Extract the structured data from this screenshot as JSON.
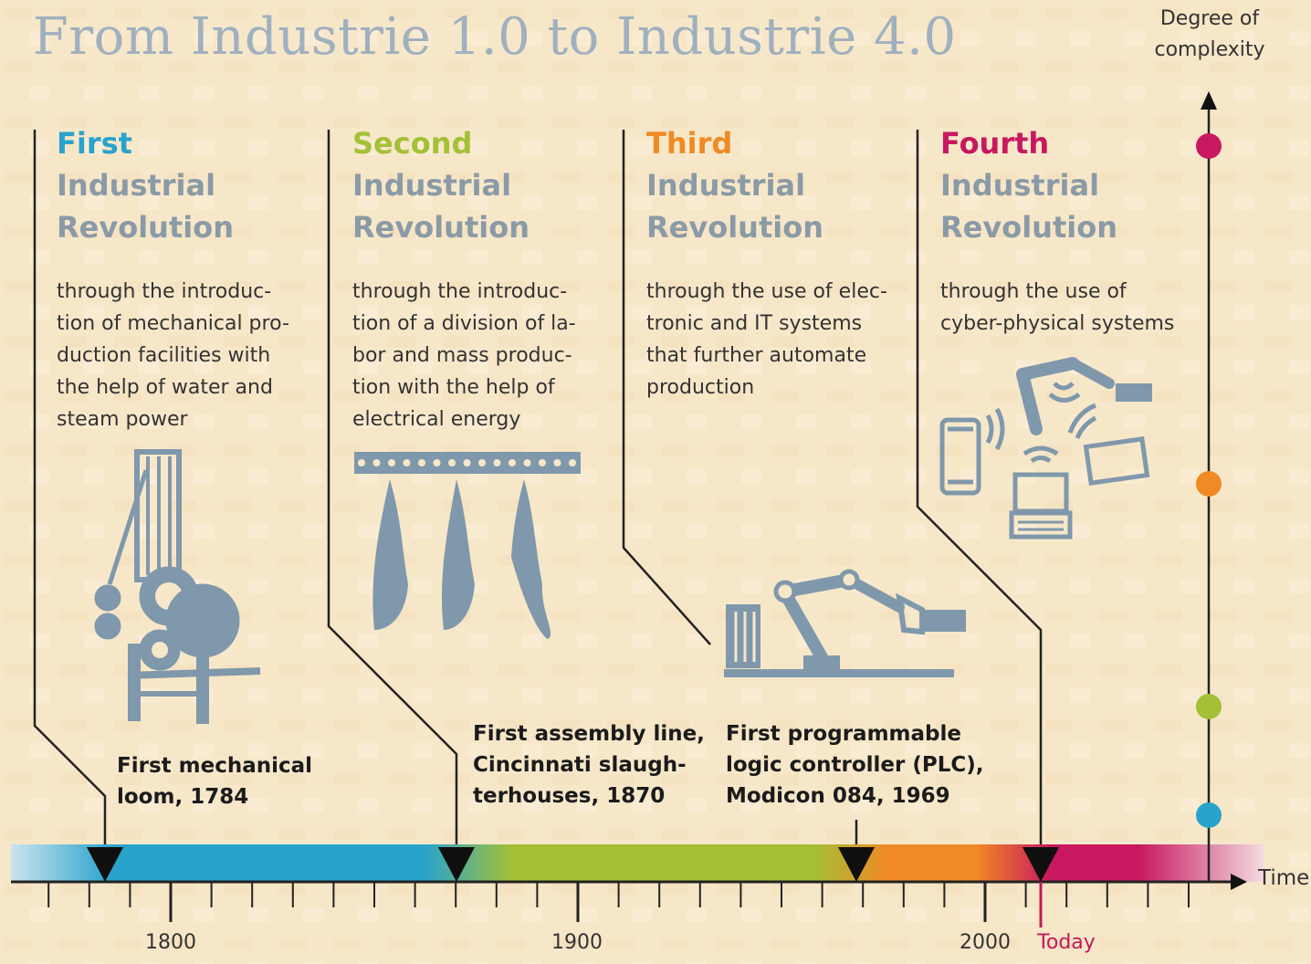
{
  "title": "From Industrie 1.0 to Industrie 4.0",
  "complexity_axis": {
    "label_line1": "Degree of",
    "label_line2": "complexity"
  },
  "time_axis": {
    "label": "Time",
    "years": [
      "1800",
      "1900",
      "2000"
    ],
    "today_label": "Today"
  },
  "revolutions": [
    {
      "ordinal": "First",
      "line2": "Industrial",
      "line3": "Revolution",
      "color": "#29a3cc",
      "description": "through the introduc-\ntion of mechanical pro-\nduction facilities with\nthe help of water and\nsteam power",
      "milestone": "First mechanical\nloom, 1784",
      "icon": "mechanical-loom-icon"
    },
    {
      "ordinal": "Second",
      "line2": "Industrial",
      "line3": "Revolution",
      "color": "#a3c037",
      "description": "through the introduc-\ntion of a division of la-\nbor and mass produc-\ntion with the help of\nelectrical energy",
      "milestone": "First assembly line,\nCincinnati slaugh-\nterhouses, 1870",
      "icon": "assembly-line-icon"
    },
    {
      "ordinal": "Third",
      "line2": "Industrial",
      "line3": "Revolution",
      "color": "#f08a24",
      "description": "through the use of elec-\ntronic and IT systems\nthat further automate\nproduction",
      "milestone": "First programmable\nlogic controller (PLC),\nModicon 084, 1969",
      "icon": "robot-arm-plc-icon"
    },
    {
      "ordinal": "Fourth",
      "line2": "Industrial",
      "line3": "Revolution",
      "color": "#c8185f",
      "description": "through the use of\ncyber-physical systems",
      "milestone": "",
      "icon": "cyber-physical-systems-icon"
    }
  ],
  "colors": {
    "label_gray": "#8a9aa6",
    "icon_gray": "#7f98ab",
    "line_dark": "#222222",
    "background": "#f7e7c9"
  }
}
